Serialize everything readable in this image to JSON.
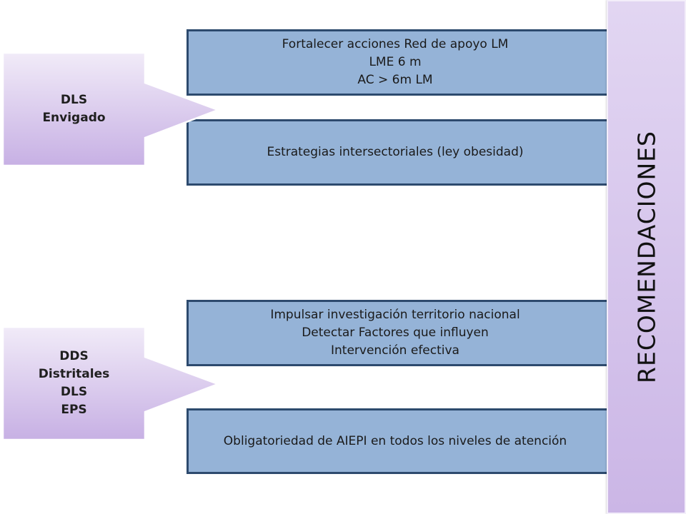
{
  "boxes": [
    {
      "lines": [
        "Fortalecer acciones Red de apoyo LM",
        "LME 6 m",
        "AC > 6m LM"
      ]
    },
    {
      "lines": [
        "Estrategias intersectoriales (ley obesidad)"
      ]
    },
    {
      "lines": [
        "Impulsar investigación territorio nacional",
        "Detectar Factores que influyen",
        "Intervención efectiva"
      ]
    },
    {
      "lines": [
        "Obligatoriedad de AIEPI en todos los niveles de atención"
      ]
    }
  ],
  "arrows": [
    {
      "lines": [
        "DLS",
        "Envigado"
      ]
    },
    {
      "lines": [
        "DDS",
        "Distritales",
        "DLS",
        "EPS"
      ]
    }
  ],
  "side_title": "RECOMENDACIONES",
  "colors": {
    "box_fill": "#95b3d7",
    "box_border": "#2d4a6e",
    "arrow_fill_top": "#f1ebf8",
    "arrow_fill_bottom": "#c7b0e4",
    "side_fill": "#d4c2ea"
  }
}
